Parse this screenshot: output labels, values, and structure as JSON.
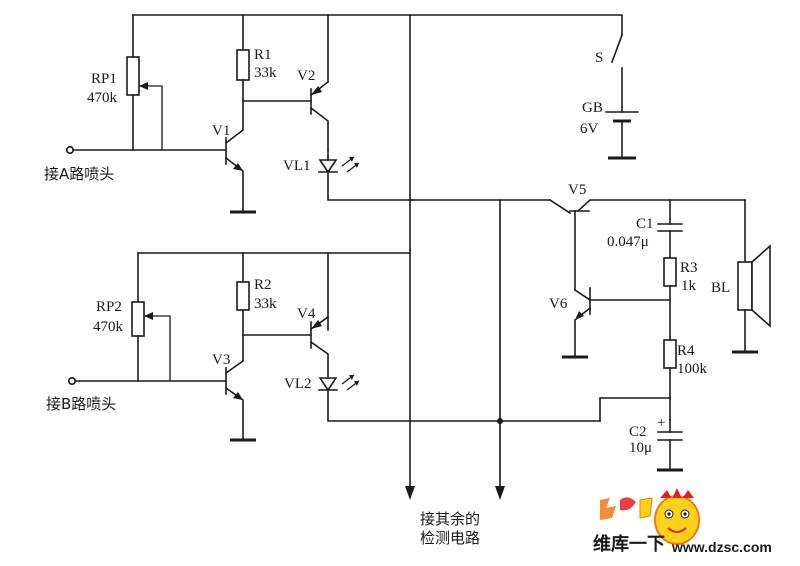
{
  "components": {
    "RP1": {
      "ref": "RP1",
      "value": "470k"
    },
    "RP2": {
      "ref": "RP2",
      "value": "470k"
    },
    "R1": {
      "ref": "R1",
      "value": "33k"
    },
    "R2": {
      "ref": "R2",
      "value": "33k"
    },
    "R3": {
      "ref": "R3",
      "value": "1k"
    },
    "R4": {
      "ref": "R4",
      "value": "100k"
    },
    "C1": {
      "ref": "C1",
      "value": "0.047μ"
    },
    "C2": {
      "ref": "C2",
      "value": "10μ",
      "polarity": "+"
    },
    "V1": {
      "ref": "V1"
    },
    "V2": {
      "ref": "V2"
    },
    "V3": {
      "ref": "V3"
    },
    "V4": {
      "ref": "V4"
    },
    "V5": {
      "ref": "V5"
    },
    "V6": {
      "ref": "V6"
    },
    "VL1": {
      "ref": "VL1"
    },
    "VL2": {
      "ref": "VL2"
    },
    "S": {
      "ref": "S"
    },
    "GB": {
      "ref": "GB",
      "value": "6V"
    },
    "BL": {
      "ref": "BL"
    }
  },
  "labels": {
    "input_a": "接A路喷头",
    "input_b": "接B路喷头",
    "other_line1": "接其余的",
    "other_line2": "检测电路"
  },
  "watermark": {
    "text_cn": "维库一下",
    "url": "www.dzsc.com",
    "colors": {
      "red": "#e02020",
      "orange": "#f07a10",
      "yellow": "#ffd21a"
    }
  }
}
